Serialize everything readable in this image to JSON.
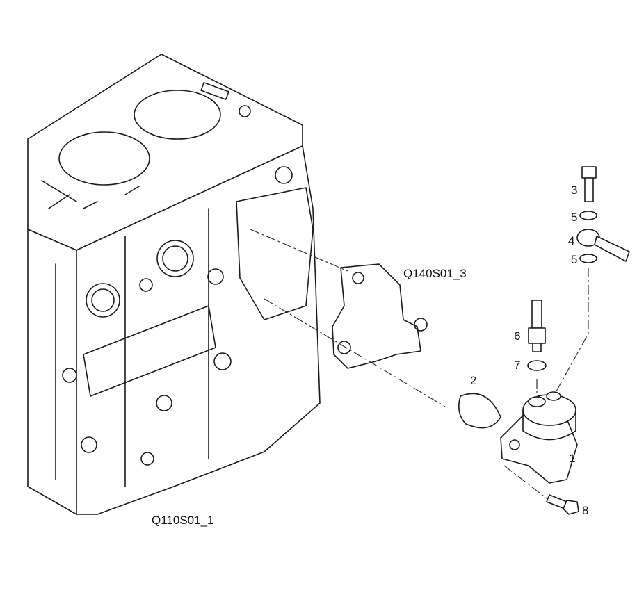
{
  "diagram": {
    "callouts": [
      {
        "id": "callout-3",
        "text": "3"
      },
      {
        "id": "callout-5a",
        "text": "5"
      },
      {
        "id": "callout-4",
        "text": "4"
      },
      {
        "id": "callout-5b",
        "text": "5"
      },
      {
        "id": "callout-6",
        "text": "6"
      },
      {
        "id": "callout-7",
        "text": "7"
      },
      {
        "id": "callout-2",
        "text": "2"
      },
      {
        "id": "callout-1",
        "text": "1"
      },
      {
        "id": "callout-8",
        "text": "8"
      }
    ],
    "references": {
      "bracket_ref": "Q140S01_3",
      "block_ref": "Q110S01_1"
    }
  }
}
